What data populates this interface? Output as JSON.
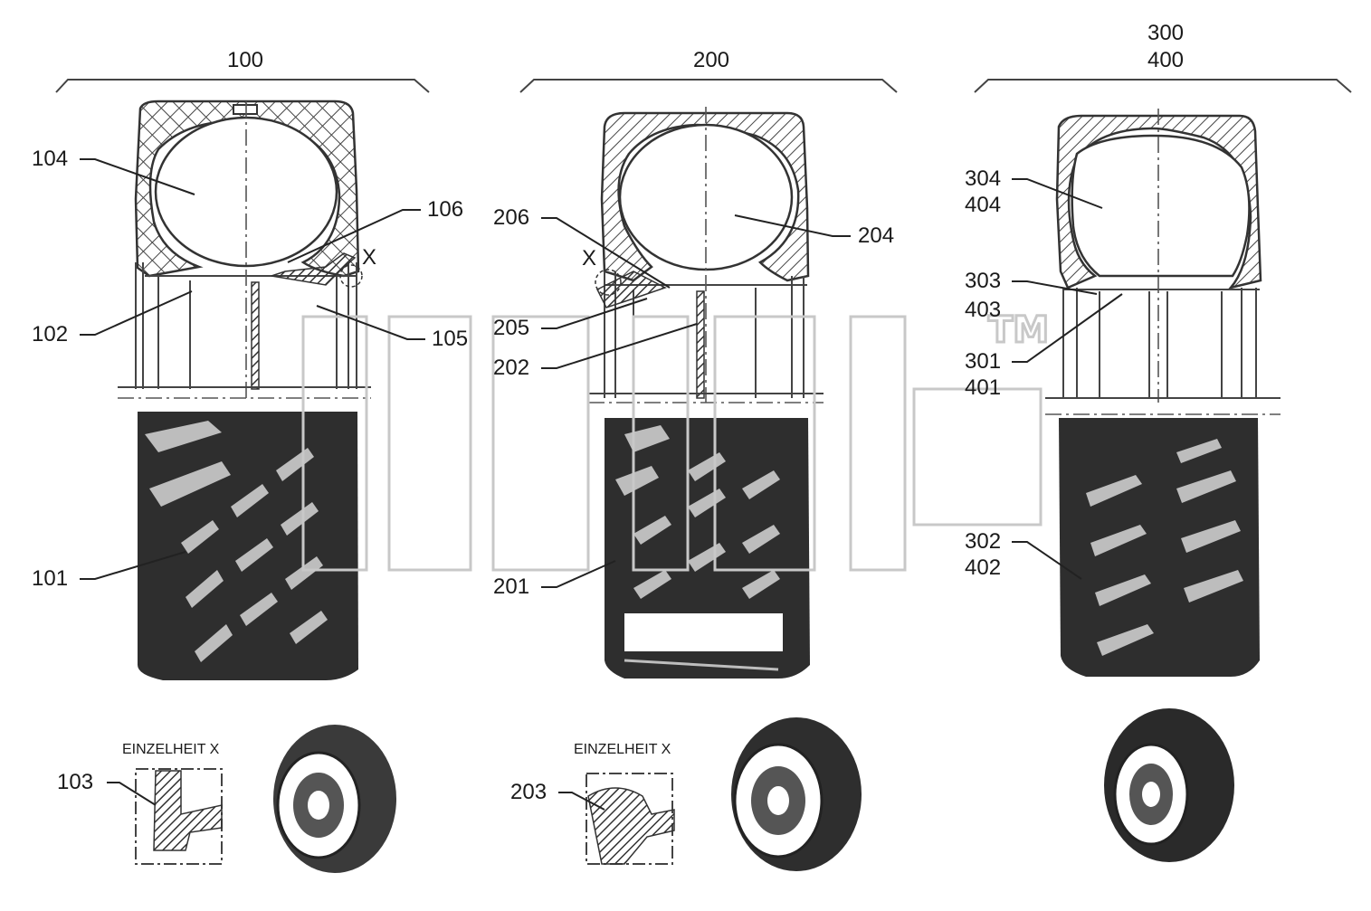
{
  "groups": [
    {
      "id": "100",
      "header": [
        "100"
      ]
    },
    {
      "id": "200",
      "header": [
        "200"
      ]
    },
    {
      "id": "300",
      "header": [
        "300",
        "400"
      ]
    }
  ],
  "labels": {
    "l104": "104",
    "l106": "106",
    "l102": "102",
    "l105": "105",
    "l101": "101",
    "l103": "103",
    "l206": "206",
    "l204": "204",
    "l205": "205",
    "l202": "202",
    "l201": "201",
    "l203": "203",
    "l304": "304",
    "l404": "404",
    "l303": "303",
    "l403": "403",
    "l301": "301",
    "l401": "401",
    "l302": "302",
    "l402": "402"
  },
  "detail": {
    "left": "EINZELHEIT X",
    "middle": "EINZELHEIT X"
  },
  "marks": {
    "x1": "X",
    "x2": "X",
    "tm": "TM"
  },
  "colors": {
    "tread": "#2e2e2e",
    "line": "#333333",
    "watermark": "#c8c8c8"
  }
}
